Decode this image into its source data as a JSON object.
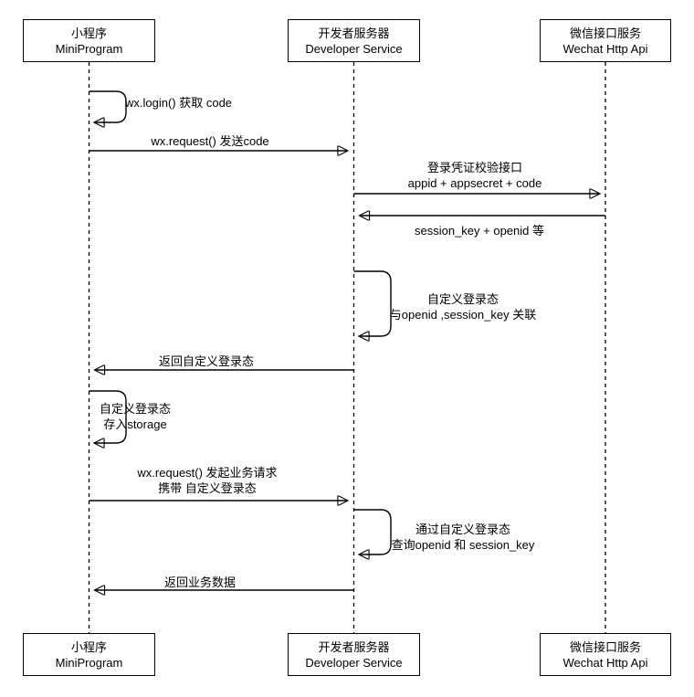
{
  "diagram": {
    "title_hint": "WeChat MiniProgram login sequence diagram",
    "colors": {
      "stroke": "#000000",
      "background": "#ffffff",
      "text": "#000000"
    },
    "actors": [
      {
        "id": "miniprogram",
        "zh": "小程序",
        "en": "MiniProgram"
      },
      {
        "id": "developer-service",
        "zh": "开发者服务器",
        "en": "Developer Service"
      },
      {
        "id": "wechat-api",
        "zh": "微信接口服务",
        "en": "Wechat Http Api"
      }
    ],
    "messages": [
      {
        "type": "self",
        "actor": "miniprogram",
        "lines": [
          "wx.login() 获取 code"
        ]
      },
      {
        "type": "arrow",
        "from": "miniprogram",
        "to": "developer-service",
        "lines": [
          "wx.request() 发送code"
        ]
      },
      {
        "type": "arrow",
        "from": "developer-service",
        "to": "wechat-api",
        "lines": [
          "登录凭证校验接口",
          "appid + appsecret + code"
        ]
      },
      {
        "type": "arrow",
        "from": "wechat-api",
        "to": "developer-service",
        "lines": [
          "session_key + openid 等"
        ]
      },
      {
        "type": "self",
        "actor": "developer-service",
        "lines": [
          "自定义登录态",
          "与openid ,session_key 关联"
        ]
      },
      {
        "type": "arrow",
        "from": "developer-service",
        "to": "miniprogram",
        "lines": [
          "返回自定义登录态"
        ]
      },
      {
        "type": "self",
        "actor": "miniprogram",
        "lines": [
          "自定义登录态",
          "存入storage"
        ]
      },
      {
        "type": "arrow",
        "from": "miniprogram",
        "to": "developer-service",
        "lines": [
          "wx.request() 发起业务请求",
          "携带 自定义登录态"
        ]
      },
      {
        "type": "self",
        "actor": "developer-service",
        "lines": [
          "通过自定义登录态",
          "查询openid 和 session_key"
        ]
      },
      {
        "type": "arrow",
        "from": "developer-service",
        "to": "miniprogram",
        "lines": [
          "返回业务数据"
        ]
      }
    ]
  }
}
